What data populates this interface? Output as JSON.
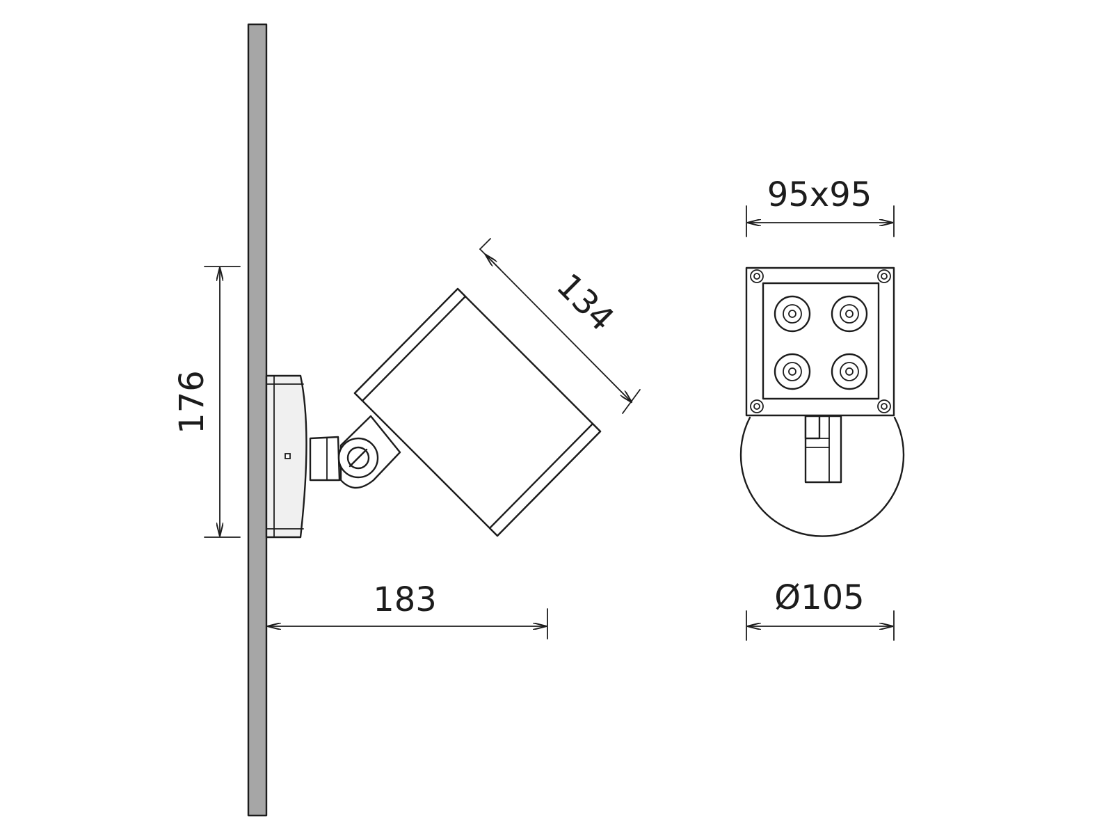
{
  "drawing": {
    "dimensions": {
      "height": "176",
      "projection": "183",
      "head_length": "134",
      "head_square": "95x95",
      "base_diameter": "Ø105"
    },
    "colors": {
      "line": "#1c1c1c",
      "wall": "#a6a6a6",
      "background": "#ffffff"
    }
  }
}
